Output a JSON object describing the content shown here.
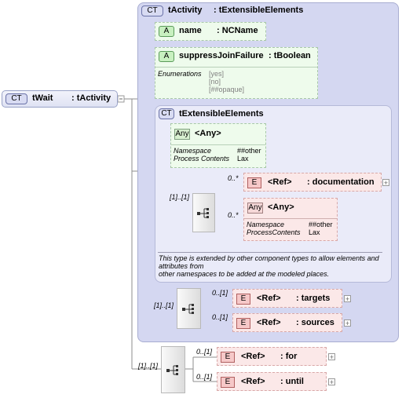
{
  "root": {
    "badge": "CT",
    "name": "tWait",
    "type": ": tActivity"
  },
  "activity": {
    "badge": "CT",
    "title": "tActivity",
    "base": ": tExtensibleElements"
  },
  "attr_name": {
    "badge": "A",
    "name": "name",
    "type": ": NCName"
  },
  "attr_suppress": {
    "badge": "A",
    "name": "suppressJoinFailure",
    "type": ": tBoolean",
    "enum_label": "Enumerations",
    "enums": [
      "[yes]",
      "[no]",
      "[##opaque]"
    ]
  },
  "ext": {
    "badge": "CT",
    "title": "tExtensibleElements"
  },
  "any_attr": {
    "badge": "Any",
    "label": "<Any>",
    "ns_label": "Namespace",
    "ns_value": "##other",
    "pc_label": "Process Contents",
    "pc_value": "Lax"
  },
  "ext_seq_card": "[1]..[1]",
  "documentation": {
    "card": "0..*",
    "badge": "E",
    "ref": "<Ref>",
    "name": ": documentation"
  },
  "any_elem": {
    "card": "0..*",
    "badge": "Any",
    "label": "<Any>",
    "ns_label": "Namespace",
    "ns_value": "##other",
    "pc_label": "ProcessContents",
    "pc_value": "Lax"
  },
  "ext_note": [
    "This type is extended by other component types to allow elements and attributes from",
    "other namespaces to be added at the modeled places."
  ],
  "activity_seq_card": "[1]..[1]",
  "targets": {
    "card": "0..[1]",
    "badge": "E",
    "ref": "<Ref>",
    "name": ": targets"
  },
  "sources": {
    "card": "0..[1]",
    "badge": "E",
    "ref": "<Ref>",
    "name": ": sources"
  },
  "wait_seq_card": "[1]..[1]",
  "for_el": {
    "card": "0..[1]",
    "badge": "E",
    "ref": "<Ref>",
    "name": ": for"
  },
  "until_el": {
    "card": "0..[1]",
    "badge": "E",
    "ref": "<Ref>",
    "name": ": until"
  }
}
